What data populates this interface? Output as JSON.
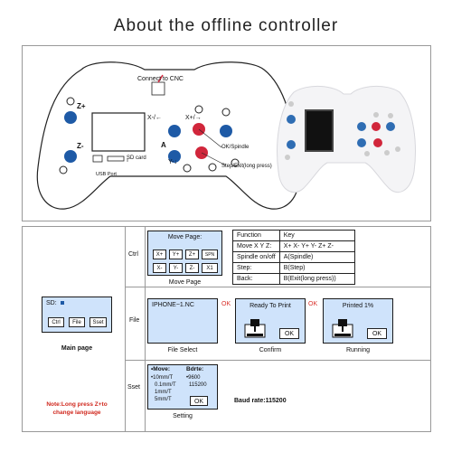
{
  "title": "About the offline controller",
  "diagram": {
    "connect_cnc": "Connect to CNC",
    "z_plus": "Z+",
    "z_minus": "Z-",
    "x_minus": "X-/←",
    "x_plus": "X+/→",
    "a_label": "A",
    "y_minus": "Y-↓",
    "ok_spindle": "OK/Spindle",
    "step_exit": "Step/Exit(long press)",
    "sd_card": "SD card",
    "usb_port": "USB Port",
    "colors": {
      "blue": "#1e5aa6",
      "red": "#d1263b"
    }
  },
  "rows": {
    "ctrl": "Ctrl",
    "file": "File",
    "sset": "Sset"
  },
  "main_page": {
    "sd": "SD:",
    "buttons": [
      "Ctrl",
      "File",
      "Sset"
    ],
    "caption": "Main page"
  },
  "move_page": {
    "header": "Move Page:",
    "row1": [
      "X+",
      "Y+",
      "Z+",
      "SPN"
    ],
    "row2": [
      "X-",
      "Y-",
      "Z-",
      "X1"
    ],
    "caption": "Move Page"
  },
  "function_table": {
    "headers": [
      "Function",
      "Key"
    ],
    "rows": [
      [
        "Move X Y Z:",
        "X+  X-  Y+  Y-  Z+  Z-"
      ],
      [
        "Spindle on/off",
        "A(Spindle)"
      ],
      [
        "Step:",
        "B(Step)"
      ],
      [
        "Back:",
        "B(Exit(long press))"
      ]
    ]
  },
  "file_select": {
    "filename": "IPHONE~1.NC",
    "caption": "File Select"
  },
  "ok1": "OK",
  "ok2": "OK",
  "confirm": {
    "text": "Ready To Print",
    "ok": "OK",
    "caption": "Confirm"
  },
  "running": {
    "text": "Printed 1%",
    "ok": "OK",
    "caption": "Running"
  },
  "setting": {
    "move_header": "•Move:",
    "bdrate_header": "Bdrte:",
    "move_options": [
      "•10mm/T",
      "0.1mm/T",
      "1mm/T",
      "5mm/T"
    ],
    "baud_options": [
      "•9600",
      "115200"
    ],
    "ok": "OK",
    "caption": "Setting"
  },
  "baud_rate": "Baud rate:115200",
  "note": [
    "Note:Long press Z+to",
    "change language"
  ]
}
